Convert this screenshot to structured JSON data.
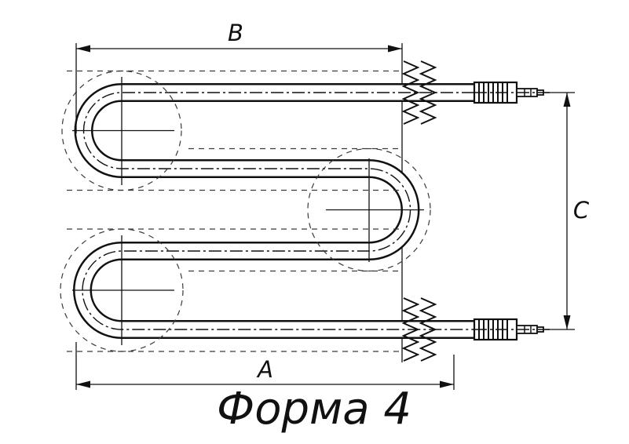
{
  "figure": {
    "title": "Форма 4"
  },
  "dimensions": {
    "top_width": "B",
    "bottom_width": "A",
    "right_height": "C"
  },
  "colors": {
    "ink": "#111111",
    "construction": "#3a3a3a",
    "background": "#ffffff"
  }
}
